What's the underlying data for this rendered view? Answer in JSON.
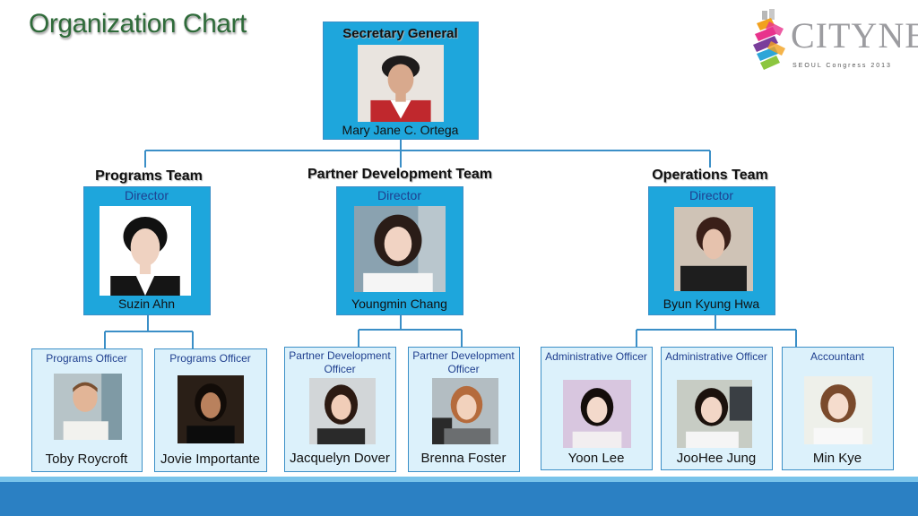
{
  "title": "Organization Chart",
  "logo": {
    "text": "CITYNET",
    "subtitle": "SEOUL Congress 2013"
  },
  "secretary": {
    "title": "Secretary General",
    "name": "Mary Jane C. Ortega"
  },
  "teams": [
    {
      "header": "Programs Team",
      "role": "Director",
      "name": "Suzin Ahn"
    },
    {
      "header": "Partner Development Team",
      "role": "Director",
      "name": "Youngmin Chang"
    },
    {
      "header": "Operations Team",
      "role": "Director",
      "name": "Byun Kyung Hwa"
    }
  ],
  "staff": [
    {
      "role": "Programs Officer",
      "name": "Toby Roycroft"
    },
    {
      "role": "Programs Officer",
      "name": "Jovie Importante"
    },
    {
      "role": "Partner Development Officer",
      "name": "Jacquelyn Dover"
    },
    {
      "role": "Partner Development Officer",
      "name": "Brenna Foster"
    },
    {
      "role": "Administrative Officer",
      "name": "Yoon Lee"
    },
    {
      "role": "Administrative Officer",
      "name": "JooHee Jung"
    },
    {
      "role": "Accountant",
      "name": "Min Kye"
    }
  ]
}
